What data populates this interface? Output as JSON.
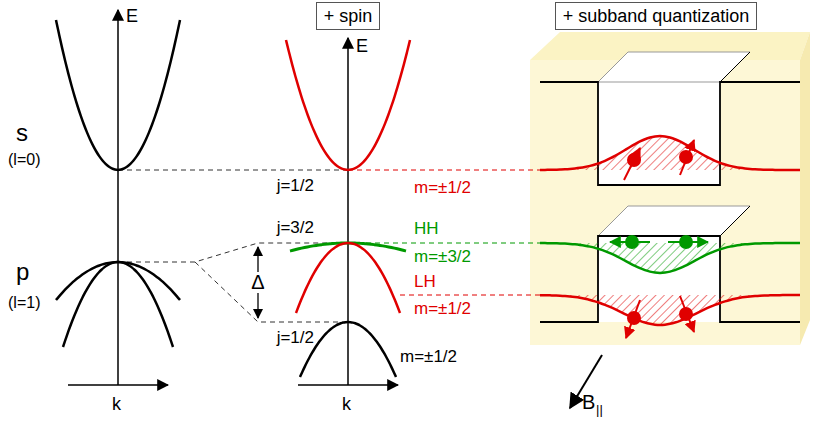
{
  "diagram": {
    "nodes": [
      {
        "text": [
          "+ spin"
        ]
      },
      {
        "text": [
          "+ subband quantization"
        ]
      }
    ],
    "labels": [
      "E",
      "k",
      "s",
      "(l=0)",
      "p",
      "(l=1)",
      "E",
      "k",
      "j=1/2",
      "j=3/2",
      "Δ",
      "j=1/2",
      "m=±1/2",
      "m=±1/2",
      "HH",
      "m=±3/2",
      "LH",
      "m=±1/2",
      "B",
      "||"
    ]
  }
}
